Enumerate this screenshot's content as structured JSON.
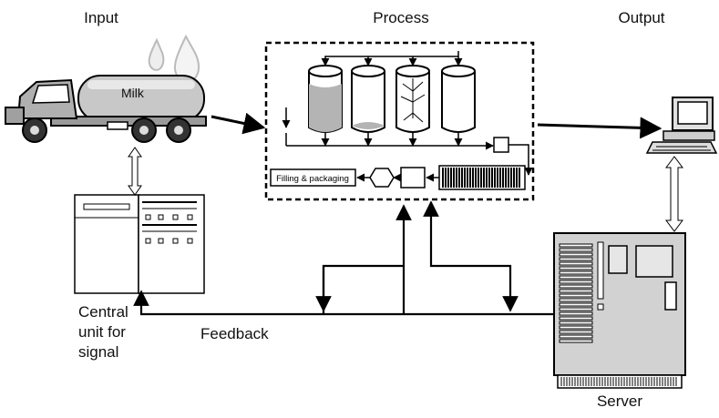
{
  "headers": {
    "input": "Input",
    "process": "Process",
    "output": "Output"
  },
  "truck": {
    "tank_label": "Milk"
  },
  "process_box": {
    "packaging_label": "Filling & packaging"
  },
  "central_unit": {
    "label_lines": [
      "Central",
      "unit for",
      "signal"
    ]
  },
  "feedback_label": "Feedback",
  "server_label": "Server",
  "colors": {
    "line": "#000000",
    "tank_fill": "#c8c8c8",
    "liquid_fill": "#b4b4b4",
    "server_fill": "#d2d2d2",
    "paper": "#ffffff"
  },
  "icons": [
    "milk-truck-icon",
    "computer-icon",
    "server-icon",
    "central-unit-icon",
    "tank-icon",
    "filter-icon",
    "heat-exchanger-icon"
  ]
}
